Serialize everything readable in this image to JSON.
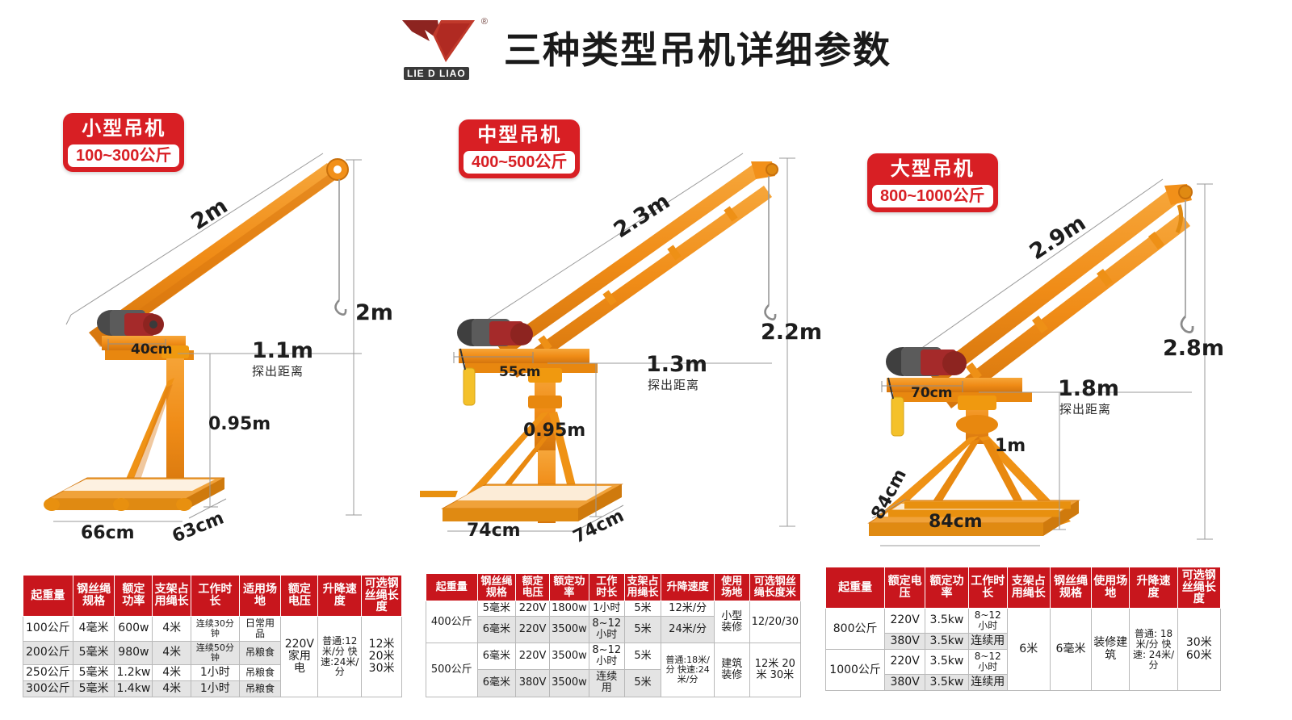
{
  "header": {
    "title": "三种类型吊机详细参数",
    "logo_text": "LIE D LIAO",
    "logo_reg": "®"
  },
  "cranes": [
    {
      "badge_title": "小型吊机",
      "badge_sub": "100~300公斤",
      "boom_length": "2m",
      "lift_height": "2m",
      "arm_offset": "40cm",
      "reach": "1.1m",
      "reach_note": "探出距离",
      "mast_height": "0.95m",
      "base_width": "66cm",
      "base_depth": "63cm"
    },
    {
      "badge_title": "中型吊机",
      "badge_sub": "400~500公斤",
      "boom_length": "2.3m",
      "lift_height": "2.2m",
      "arm_offset": "55cm",
      "reach": "1.3m",
      "reach_note": "探出距离",
      "mast_height": "0.95m",
      "base_width": "74cm",
      "base_depth": "74cm"
    },
    {
      "badge_title": "大型吊机",
      "badge_sub": "800~1000公斤",
      "boom_length": "2.9m",
      "lift_height": "2.8m",
      "arm_offset": "70cm",
      "reach": "1.8m",
      "reach_note": "探出距离",
      "mast_height": "1m",
      "base_width": "84cm",
      "base_depth": "84cm"
    }
  ],
  "table1": {
    "headers": [
      "起重量",
      "钢丝绳规格",
      "额定功率",
      "支架占用绳长",
      "工作时长",
      "适用场地",
      "额定电压",
      "升降速度",
      "可选钢丝绳长度"
    ],
    "rows": [
      [
        "100公斤",
        "4毫米",
        "600w",
        "4米",
        "连续30分钟",
        "日常用品"
      ],
      [
        "200公斤",
        "5毫米",
        "980w",
        "4米",
        "连续50分钟",
        "吊粮食"
      ],
      [
        "250公斤",
        "5毫米",
        "1.2kw",
        "4米",
        "1小时",
        "吊粮食"
      ],
      [
        "300公斤",
        "5毫米",
        "1.4kw",
        "4米",
        "1小时",
        "吊粮食"
      ]
    ],
    "voltage": "220V家用电",
    "speed": "普通:12米/分 快速:24米/分",
    "rope_lengths": "12米 20米 30米"
  },
  "table2": {
    "headers": [
      "起重量",
      "钢丝绳规格",
      "额定电压",
      "额定功率",
      "工作时长",
      "支架占用绳长",
      "升降速度",
      "使用场地",
      "可选钢丝绳长度米"
    ],
    "groups": [
      {
        "capacity": "400公斤",
        "rows": [
          [
            "5毫米",
            "220V",
            "1800w",
            "1小时",
            "5米",
            "12米/分"
          ],
          [
            "6毫米",
            "220V",
            "3500w",
            "8~12小时",
            "5米",
            "24米/分"
          ]
        ],
        "site": "小型装修",
        "rope": "12/20/30"
      },
      {
        "capacity": "500公斤",
        "rows": [
          [
            "6毫米",
            "220V",
            "3500w",
            "8~12小时",
            "5米",
            ""
          ],
          [
            "6毫米",
            "380V",
            "3500w",
            "连续用",
            "5米",
            ""
          ]
        ],
        "speed": "普通:18米/分 快速:24米/分",
        "site": "建筑装修",
        "rope": "12米 20米 30米"
      }
    ]
  },
  "table3": {
    "headers": [
      "起重量",
      "额定电压",
      "额定功率",
      "工作时长",
      "支架占用绳长",
      "钢丝绳规格",
      "使用场地",
      "升降速度",
      "可选钢丝绳长度"
    ],
    "groups": [
      {
        "capacity": "800公斤",
        "rows": [
          [
            "220V",
            "3.5kw",
            "8~12小时"
          ],
          [
            "380V",
            "3.5kw",
            "连续用"
          ]
        ]
      },
      {
        "capacity": "1000公斤",
        "rows": [
          [
            "220V",
            "3.5kw",
            "8~12小时"
          ],
          [
            "380V",
            "3.5kw",
            "连续用"
          ]
        ]
      }
    ],
    "rope_spec_len": "6米",
    "rope_spec": "6毫米",
    "site": "装修建筑",
    "speed": "普通: 18米/分 快速: 24米/分",
    "rope_lengths": "30米 60米"
  },
  "colors": {
    "brand_red": "#d81f24",
    "table_header_red": "#c8161d",
    "crane_orange": "#f29019",
    "crane_orange_dark": "#d9760f",
    "motor_red": "#a52a2a"
  }
}
